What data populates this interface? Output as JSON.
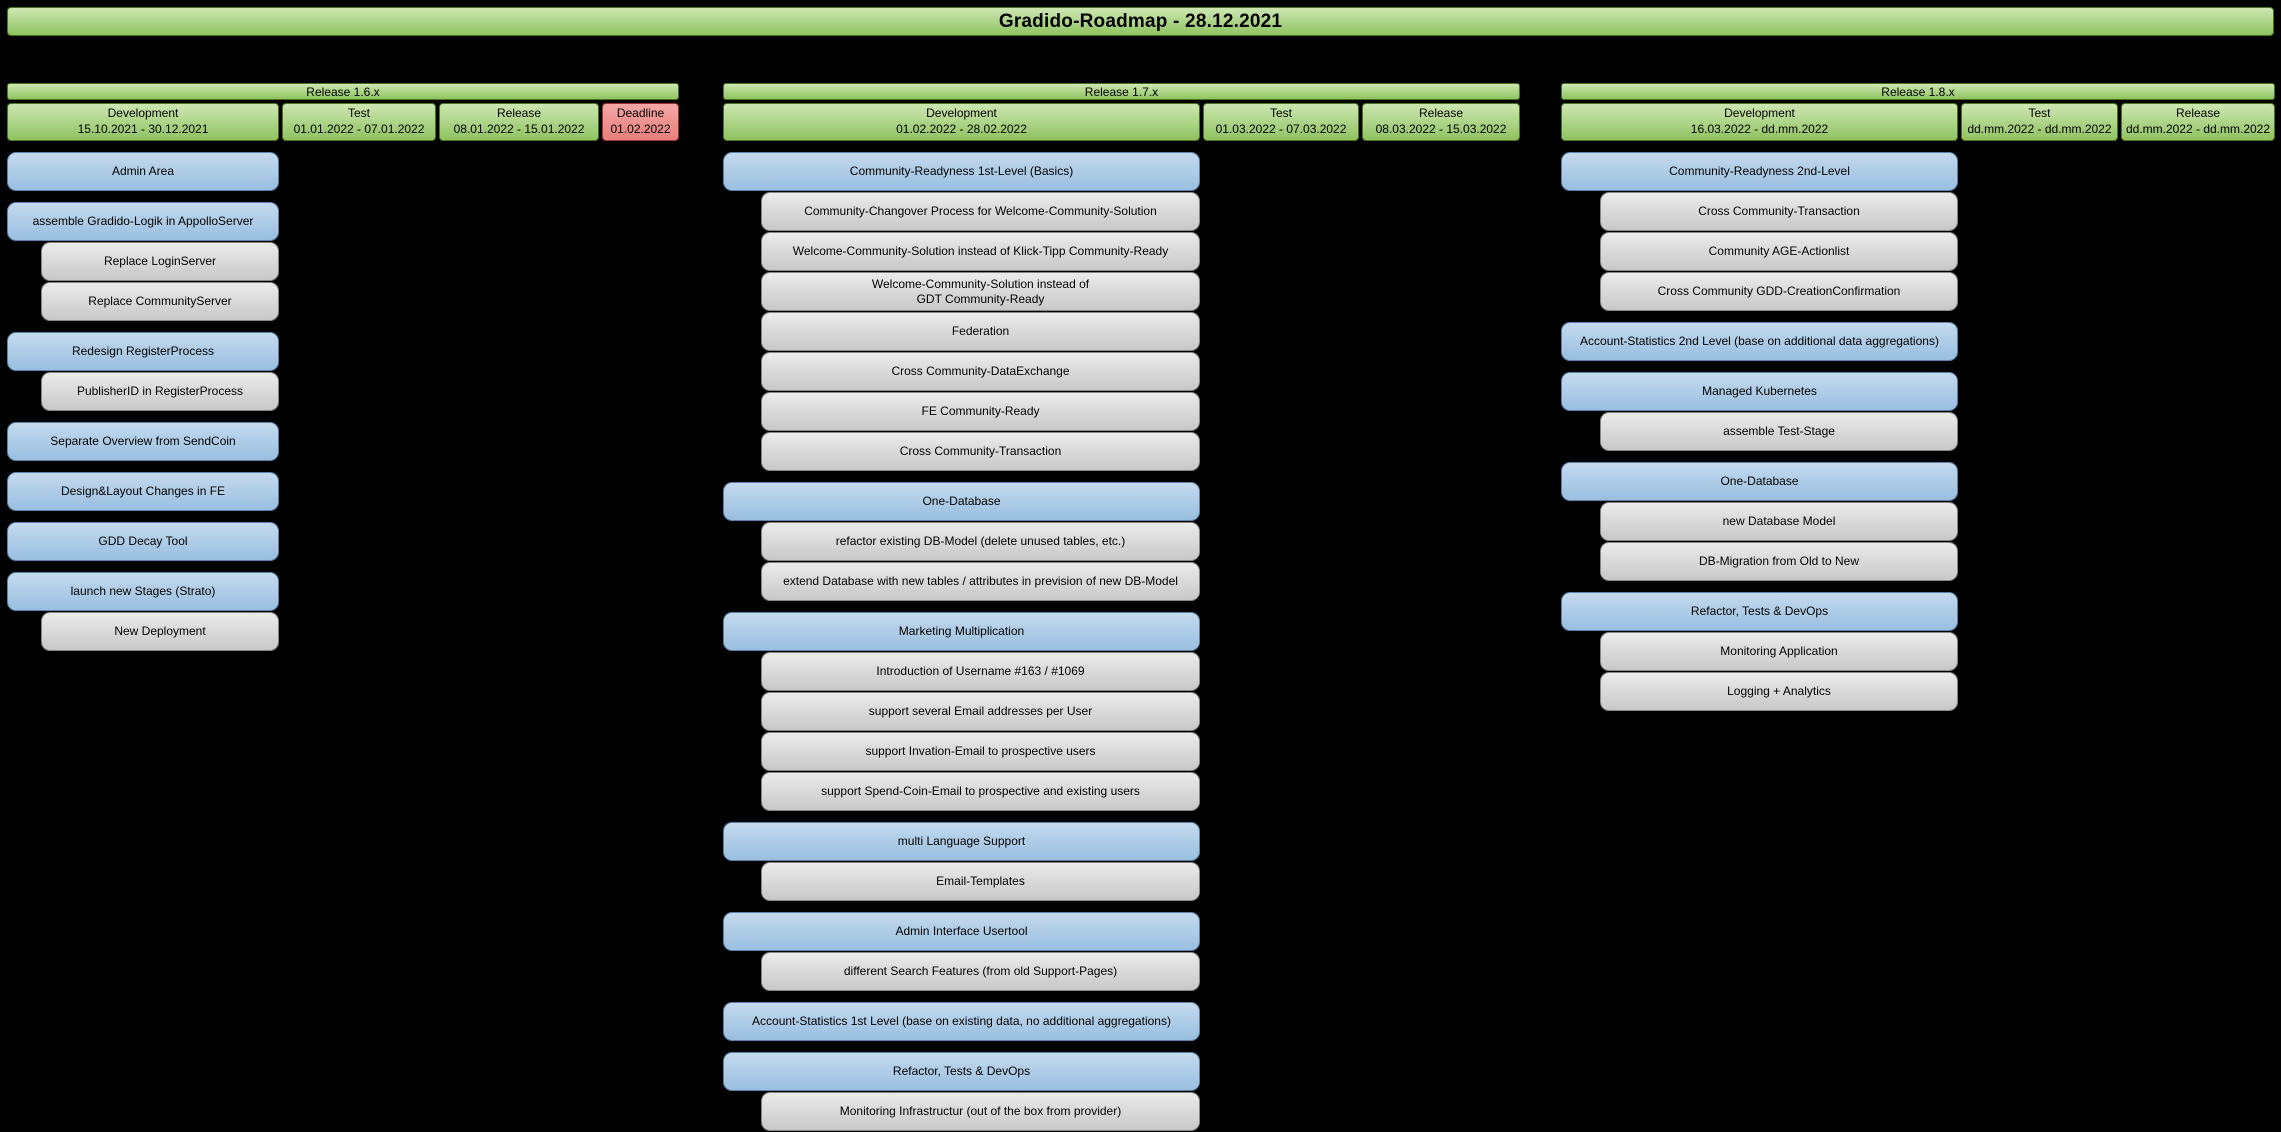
{
  "title": "Gradido-Roadmap - 28.12.2021",
  "colors": {
    "bg": "#000000",
    "green_light": "#cde7b1",
    "green_dark": "#8fc360",
    "green_border": "#49751f",
    "red_light": "#f4a7a5",
    "red_dark": "#e87e7b",
    "red_border": "#9a3734",
    "blue_light": "#c4daee",
    "blue_dark": "#99bfe0",
    "blue_border": "#5d82a8",
    "gray_light": "#ebebeb",
    "gray_dark": "#c8c8c8",
    "gray_border": "#858585"
  },
  "columns": [
    {
      "release": "Release 1.6.x",
      "phases": [
        {
          "label": "Development",
          "dates": "15.10.2021 - 30.12.2021",
          "type": "green"
        },
        {
          "label": "Test",
          "dates": "01.01.2022 - 07.01.2022",
          "type": "green"
        },
        {
          "label": "Release",
          "dates": "08.01.2022 - 15.01.2022",
          "type": "green"
        },
        {
          "label": "Deadline",
          "dates": "01.02.2022",
          "type": "red"
        }
      ],
      "groups": [
        {
          "items": [
            {
              "label": "Admin Area",
              "level": 0
            }
          ]
        },
        {
          "items": [
            {
              "label": "assemble Gradido-Logik in AppolloServer",
              "level": 0
            },
            {
              "label": "Replace LoginServer",
              "level": 1
            },
            {
              "label": "Replace CommunityServer",
              "level": 1
            }
          ]
        },
        {
          "items": [
            {
              "label": "Redesign RegisterProcess",
              "level": 0
            },
            {
              "label": "PublisherID in RegisterProcess",
              "level": 1
            }
          ]
        },
        {
          "items": [
            {
              "label": "Separate Overview from SendCoin",
              "level": 0
            }
          ]
        },
        {
          "items": [
            {
              "label": "Design&Layout Changes in FE",
              "level": 0
            }
          ]
        },
        {
          "items": [
            {
              "label": "GDD Decay Tool",
              "level": 0
            }
          ]
        },
        {
          "items": [
            {
              "label": "launch new Stages (Strato)",
              "level": 0
            },
            {
              "label": "New Deployment",
              "level": 1
            }
          ]
        }
      ]
    },
    {
      "release": "Release 1.7.x",
      "phases": [
        {
          "label": "Development",
          "dates": "01.02.2022 - 28.02.2022",
          "type": "green"
        },
        {
          "label": "Test",
          "dates": "01.03.2022 - 07.03.2022",
          "type": "green"
        },
        {
          "label": "Release",
          "dates": "08.03.2022 - 15.03.2022",
          "type": "green"
        }
      ],
      "groups": [
        {
          "items": [
            {
              "label": "Community-Readyness 1st-Level (Basics)",
              "level": 0
            },
            {
              "label": "Community-Changover Process for Welcome-Community-Solution",
              "level": 1
            },
            {
              "label": "Welcome-Community-Solution instead of Klick-Tipp Community-Ready",
              "level": 1
            },
            {
              "label": "Welcome-Community-Solution instead of\nGDT Community-Ready",
              "level": 1
            },
            {
              "label": "Federation",
              "level": 1
            },
            {
              "label": "Cross Community-DataExchange",
              "level": 1
            },
            {
              "label": "FE Community-Ready",
              "level": 1
            },
            {
              "label": "Cross Community-Transaction",
              "level": 1
            }
          ]
        },
        {
          "items": [
            {
              "label": "One-Database",
              "level": 0
            },
            {
              "label": "refactor existing DB-Model (delete unused tables, etc.)",
              "level": 1
            },
            {
              "label": "extend Database with new tables / attributes in prevision of new DB-Model",
              "level": 1
            }
          ]
        },
        {
          "items": [
            {
              "label": "Marketing Multiplication",
              "level": 0
            },
            {
              "label": "Introduction of Username #163 / #1069",
              "level": 1
            },
            {
              "label": "support several Email addresses per User",
              "level": 1
            },
            {
              "label": "support Invation-Email to prospective users",
              "level": 1
            },
            {
              "label": "support Spend-Coin-Email to prospective and existing users",
              "level": 1
            }
          ]
        },
        {
          "items": [
            {
              "label": "multi Language Support",
              "level": 0
            },
            {
              "label": "Email-Templates",
              "level": 1
            }
          ]
        },
        {
          "items": [
            {
              "label": "Admin Interface Usertool",
              "level": 0
            },
            {
              "label": "different Search Features (from old Support-Pages)",
              "level": 1
            }
          ]
        },
        {
          "items": [
            {
              "label": "Account-Statistics 1st Level (base on existing data, no additional aggregations)",
              "level": 0
            }
          ]
        },
        {
          "items": [
            {
              "label": "Refactor, Tests & DevOps",
              "level": 0
            },
            {
              "label": "Monitoring Infrastructur (out of the box from provider)",
              "level": 1
            }
          ]
        }
      ]
    },
    {
      "release": "Release 1.8.x",
      "phases": [
        {
          "label": "Development",
          "dates": "16.03.2022 - dd.mm.2022",
          "type": "green"
        },
        {
          "label": "Test",
          "dates": "dd.mm.2022 - dd.mm.2022",
          "type": "green"
        },
        {
          "label": "Release",
          "dates": "dd.mm.2022 - dd.mm.2022",
          "type": "green"
        }
      ],
      "groups": [
        {
          "items": [
            {
              "label": "Community-Readyness 2nd-Level",
              "level": 0
            },
            {
              "label": "Cross Community-Transaction",
              "level": 1
            },
            {
              "label": "Community AGE-Actionlist",
              "level": 1
            },
            {
              "label": "Cross Community GDD-CreationConfirmation",
              "level": 1
            }
          ]
        },
        {
          "items": [
            {
              "label": "Account-Statistics 2nd Level (base on additional data aggregations)",
              "level": 0
            }
          ]
        },
        {
          "items": [
            {
              "label": "Managed Kubernetes",
              "level": 0
            },
            {
              "label": "assemble Test-Stage",
              "level": 1
            }
          ]
        },
        {
          "items": [
            {
              "label": "One-Database",
              "level": 0
            },
            {
              "label": "new Database Model",
              "level": 1
            },
            {
              "label": "DB-Migration from Old to New",
              "level": 1
            }
          ]
        },
        {
          "items": [
            {
              "label": "Refactor, Tests & DevOps",
              "level": 0
            },
            {
              "label": "Monitoring Application",
              "level": 1
            },
            {
              "label": "Logging + Analytics",
              "level": 1
            }
          ]
        }
      ]
    }
  ]
}
